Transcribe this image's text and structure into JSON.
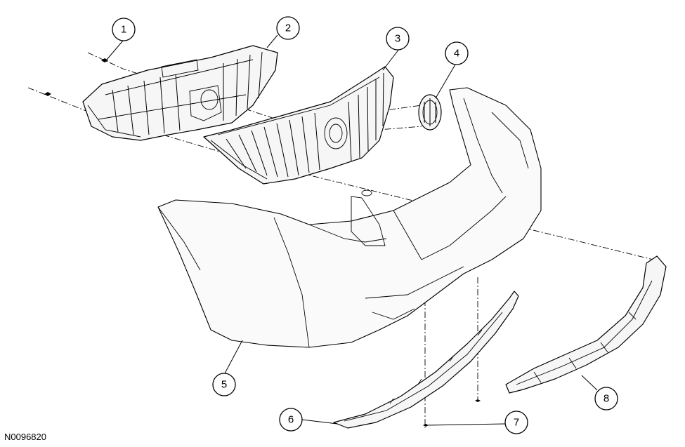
{
  "figure": {
    "id": "N0096820"
  },
  "callouts": [
    {
      "number": "1"
    },
    {
      "number": "2"
    },
    {
      "number": "3"
    },
    {
      "number": "4"
    },
    {
      "number": "5"
    },
    {
      "number": "6"
    },
    {
      "number": "7"
    },
    {
      "number": "8"
    }
  ]
}
